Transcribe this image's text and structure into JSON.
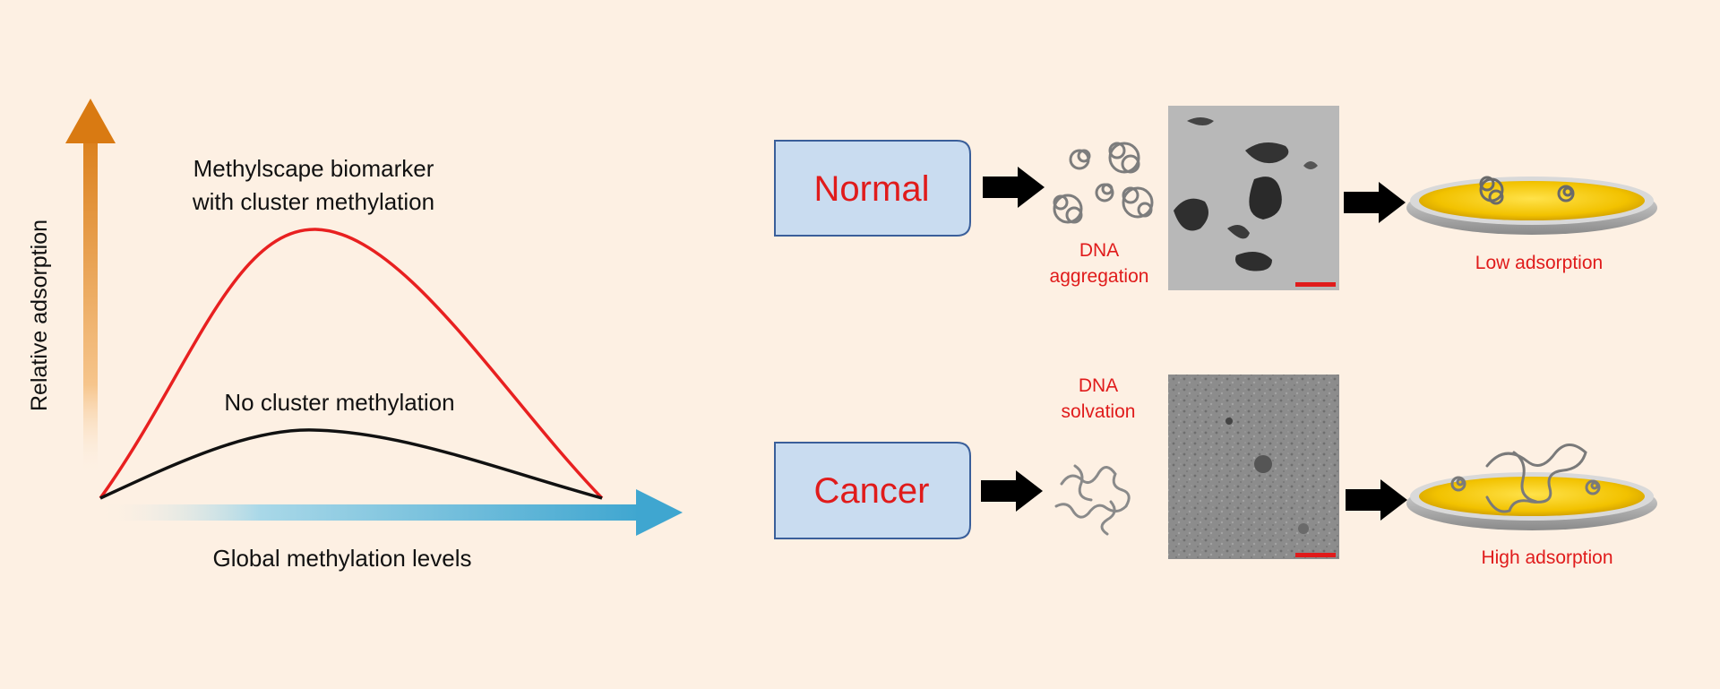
{
  "left_panel": {
    "y_axis_label": "Relative adsorption",
    "x_axis_label": "Global methylation levels",
    "curve_red_label_line1": "Methylscape biomarker",
    "curve_red_label_line2": "with cluster methylation",
    "curve_black_label": "No cluster methylation",
    "colors": {
      "curve_red": "#e82020",
      "curve_black": "#111111",
      "y_arrow": "#e08a2a",
      "x_arrow": "#4fb3d6"
    }
  },
  "right_panel": {
    "rows": [
      {
        "sample_label": "Normal",
        "state_label_line1": "DNA",
        "state_label_line2": "aggregation",
        "result_label": "Low adsorption"
      },
      {
        "sample_label": "Cancer",
        "state_label_line1": "DNA",
        "state_label_line2": "solvation",
        "result_label": "High adsorption"
      }
    ],
    "colors": {
      "sample_box_fill": "#c9dcf0",
      "sample_box_stroke": "#3a5f9a",
      "sample_text": "#e01b1b",
      "label_text": "#e01b1b",
      "scale_bar": "#e01b1b",
      "electrode_gold": "#f2c200",
      "arrow": "#000000"
    }
  }
}
